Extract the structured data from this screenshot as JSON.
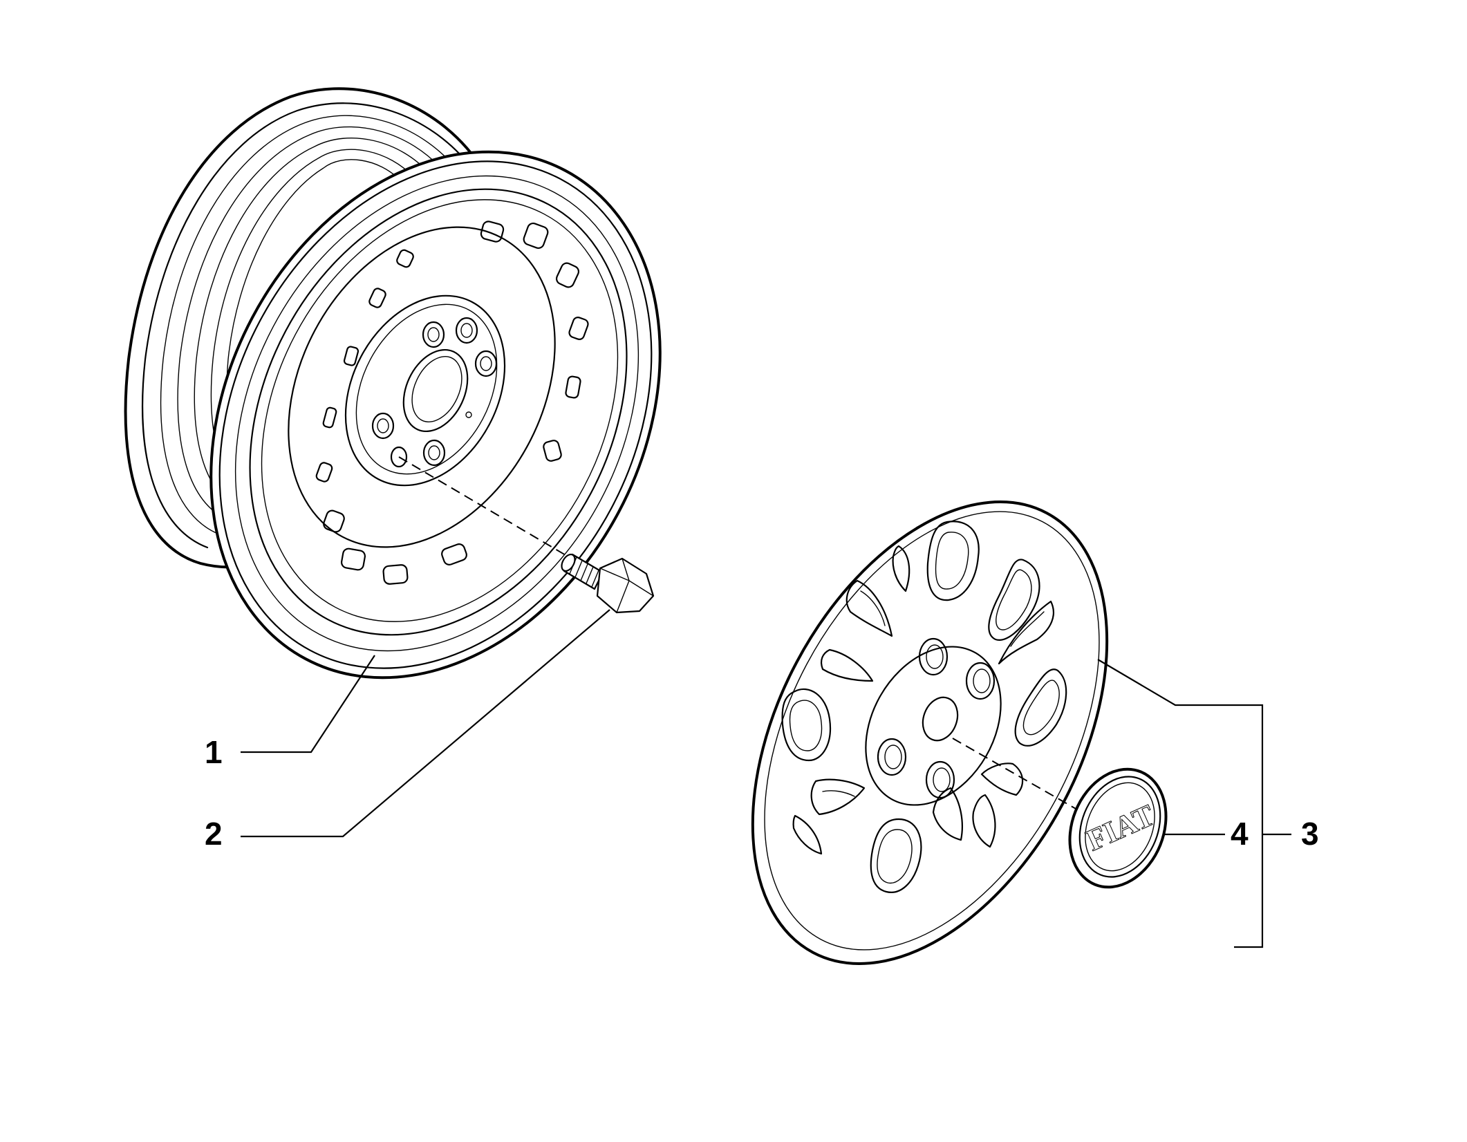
{
  "callouts": [
    {
      "id": "1",
      "label": "1",
      "part": "steel-wheel-rim"
    },
    {
      "id": "2",
      "label": "2",
      "part": "wheel-bolt"
    },
    {
      "id": "3",
      "label": "3",
      "part": "wheel-hubcap-assembly"
    },
    {
      "id": "4",
      "label": "4",
      "part": "fiat-center-badge"
    }
  ],
  "badge_text": {
    "cap_logo": "FIAT",
    "badge_logo": "FIAT"
  },
  "colors": {
    "line": "#000000",
    "background": "#ffffff"
  }
}
